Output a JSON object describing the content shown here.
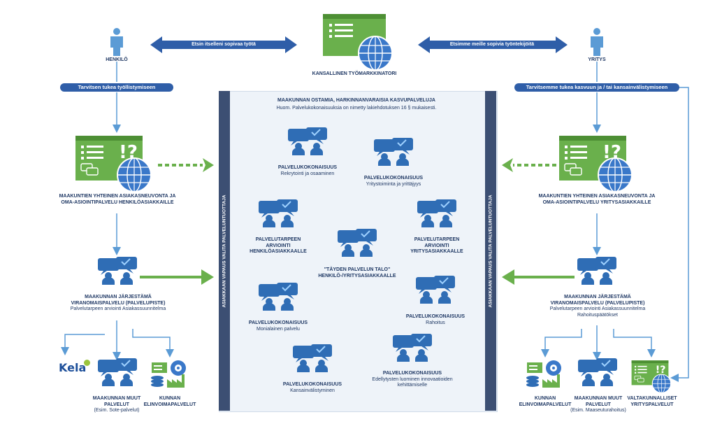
{
  "top": {
    "person_label": "HENKILÖ",
    "company_label": "YRITYS",
    "marketplace_label": "KANSALLINEN TYÖMARKKINATORI",
    "left_arrow_text": "Etsin itselleni sopivaa työtä",
    "right_arrow_text": "Etsimme meille sopivia työntekijöitä"
  },
  "left": {
    "need_pill": "Tarvitsen tukea työllistymiseen",
    "service_title": "MAAKUNTIEN YHTEINEN ASIAKASNEUVONTA JA OMA-ASIOINTIPALVELU HENKILÖASIAKKAILLE",
    "authority_title": "MAAKUNNAN JÄRJESTÄMÄ VIRANOMAISPALVELU (PALVELUPISTE)",
    "authority_sub": "Palvelutarpeen arviointi Asiakassuunnitelma",
    "kela_label": "Kela",
    "other_title": "MAAKUNNAN MUUT PALVELUT",
    "other_sub": "(Esim. Sote-palvelut)",
    "municipal_title": "KUNNAN ELINVOIMAPALVELUT"
  },
  "right": {
    "need_pill": "Tarvitsemme tukea kasvuun ja / tai  kansainvälistymiseen",
    "service_title": "MAAKUNTIEN YHTEINEN ASIAKASNEUVONTA JA OMA-ASIOINTIPALVELU YRITYSASIAKKAILLE",
    "authority_title": "MAAKUNNAN JÄRJESTÄMÄ VIRANOMAISPALVELU (PALVELUPISTE)",
    "authority_sub": "Palvelutarpeen arviointi Asiakassuunnitelma Rahoituspäätökset",
    "municipal_title": "KUNNAN ELINVOIMAPALVELUT",
    "other_title": "MAAKUNNAN MUUT PALVELUT",
    "other_sub": "(Esim. Maaseuturahoitus)",
    "state_title": "VALTAKUNNALLISET YRITYSPALVELUT"
  },
  "center": {
    "title": "MAAKUNNAN OSTAMIA, HARKINNANVARAISIA KASVUPALVELUJA",
    "note": "Huom. Palvelukokonaisuuksia on nimetty lakiehdotuksen 16 § mukaisesti.",
    "side_text": "ASIAKKAAN VAPAUS VALITA PALVELUNTUOTTAJA",
    "nodes": [
      {
        "title": "PALVELUKOKONAISUUS",
        "sub": "Rekrytointi ja osaaminen"
      },
      {
        "title": "PALVELUKOKONAISUUS",
        "sub": "Yritystoiminta ja yrittäjyys"
      },
      {
        "title": "PALVELUTARPEEN ARVIOINTI HENKILÖASIAKKAALLE",
        "sub": ""
      },
      {
        "title": "PALVELUTARPEEN ARVIOINTI YRITYSASIAKKAALLE",
        "sub": ""
      },
      {
        "title": "\"TÄYDEN PALVELUN TALO\"",
        "sub": "HENKILÖ-/YRITYSASIAKKAALLE"
      },
      {
        "title": "PALVELUKOKONAISUUS",
        "sub": "Monialainen palvelu"
      },
      {
        "title": "PALVELUKOKONAISUUS",
        "sub": "Rahoitus"
      },
      {
        "title": "PALVELUKOKONAISUUS",
        "sub": "Edellytysten luominen innovaatioiden kehittämiselle"
      },
      {
        "title": "PALVELUKOKONAISUUS",
        "sub": "Kansainvälistyminen"
      }
    ]
  },
  "colors": {
    "navy": "#1f3864",
    "blue": "#2f5ea8",
    "icon_blue": "#3a78c9",
    "green": "#6ab04c",
    "arrow_blue": "#5b9bd5",
    "bar": "#3c4f73"
  }
}
